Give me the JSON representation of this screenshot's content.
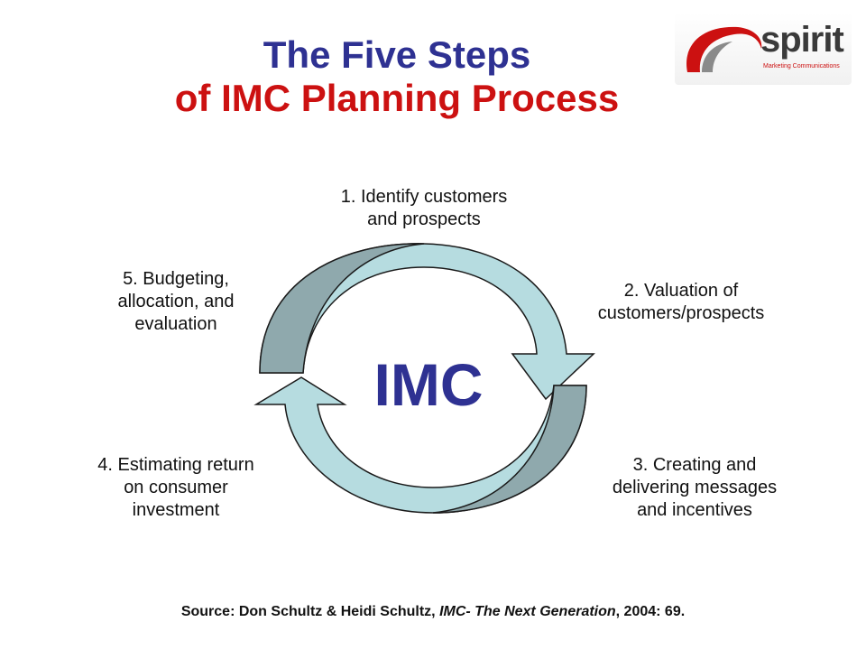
{
  "title": {
    "line1": "The Five Steps",
    "line2": "of IMC Planning Process"
  },
  "logo": {
    "word": "spirit",
    "tagline": "Marketing Communications"
  },
  "center_label": "IMC",
  "steps": [
    {
      "lines": [
        "1. Identify customers",
        "and prospects"
      ]
    },
    {
      "lines": [
        "2. Valuation of",
        "customers/prospects"
      ]
    },
    {
      "lines": [
        "3. Creating and",
        "delivering messages",
        "and incentives"
      ]
    },
    {
      "lines": [
        "4. Estimating return",
        "on consumer",
        "investment"
      ]
    },
    {
      "lines": [
        "5. Budgeting,",
        "allocation, and",
        "evaluation"
      ]
    }
  ],
  "source": {
    "prefix": "Source: Don Schultz & Heidi Schultz, ",
    "work": "IMC- The Next Generation",
    "suffix": ", 2004: 69."
  },
  "colors": {
    "title_blue": "#2e3192",
    "title_red": "#cc1111",
    "arrow_dark": "#8fa9ad",
    "arrow_light": "#b6dce0",
    "arrow_stroke": "#1a1a1a"
  }
}
